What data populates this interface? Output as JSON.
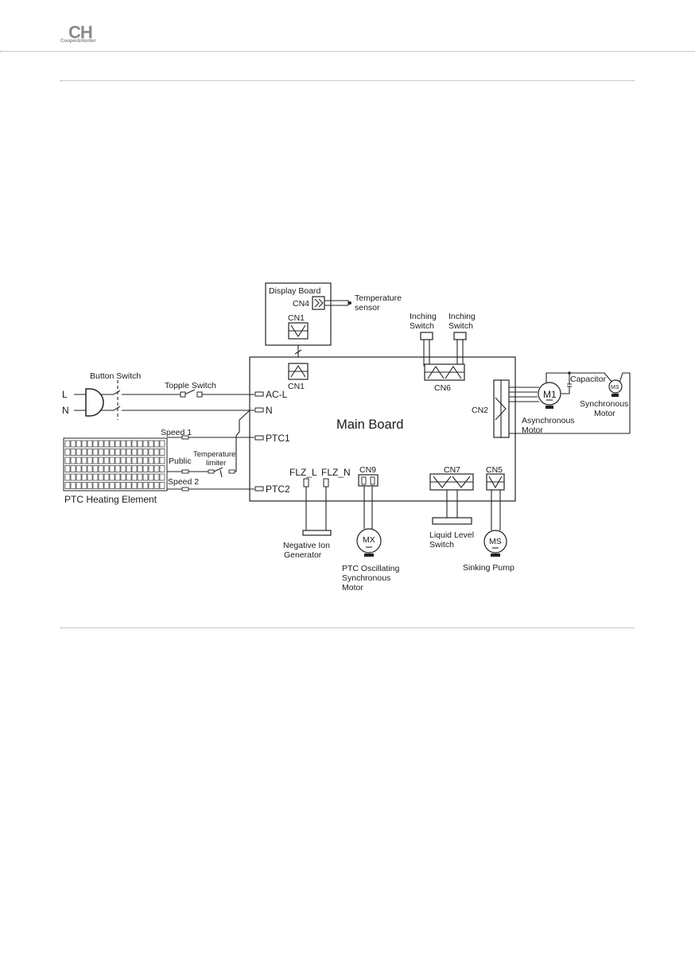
{
  "header": {
    "logo_mark": "CH",
    "logo_text": "Cooper&Hunter"
  },
  "diagram": {
    "display_board": "Display Board",
    "cn4": "CN4",
    "temperature_sensor_1": "Temperature",
    "temperature_sensor_2": "sensor",
    "cn1_display": "CN1",
    "cn1_main": "CN1",
    "inching_switch_a_1": "Inching",
    "inching_switch_a_2": "Switch",
    "inching_switch_b_1": "Inching",
    "inching_switch_b_2": "Switch",
    "cn6": "CN6",
    "button_switch": "Button Switch",
    "topple_switch": "Topple Switch",
    "l": "L",
    "n_left": "N",
    "ac_l": "AC-L",
    "n_term": "N",
    "speed1": "Speed 1",
    "ptc1": "PTC1",
    "main_board": "Main Board",
    "temperature_limiter_1": "Temperature",
    "temperature_limiter_2": "limiter",
    "public": "Public",
    "speed2": "Speed 2",
    "ptc2": "PTC2",
    "ptc_heating_element": "PTC Heating Element",
    "flz_l": "FLZ_L",
    "flz_n": "FLZ_N",
    "cn9": "CN9",
    "cn7": "CN7",
    "cn5": "CN5",
    "cn2": "CN2",
    "m1": "M1",
    "capacitor": "Capacitor",
    "ms_small": "MS",
    "synchronous_motor_1": "Synchronous",
    "synchronous_motor_2": "Motor",
    "asynchronous_motor_1": "Asynchronous",
    "asynchronous_motor_2": "Motor",
    "negative_ion_1": "Negative Ion",
    "negative_ion_2": "Generator",
    "mx": "MX",
    "ptc_osc_1": "PTC Oscillating",
    "ptc_osc_2": "Synchronous",
    "ptc_osc_3": "Motor",
    "liquid_level_1": "Liquid Level",
    "liquid_level_2": "Switch",
    "ms_pump": "MS",
    "sinking_pump": "Sinking Pump"
  }
}
